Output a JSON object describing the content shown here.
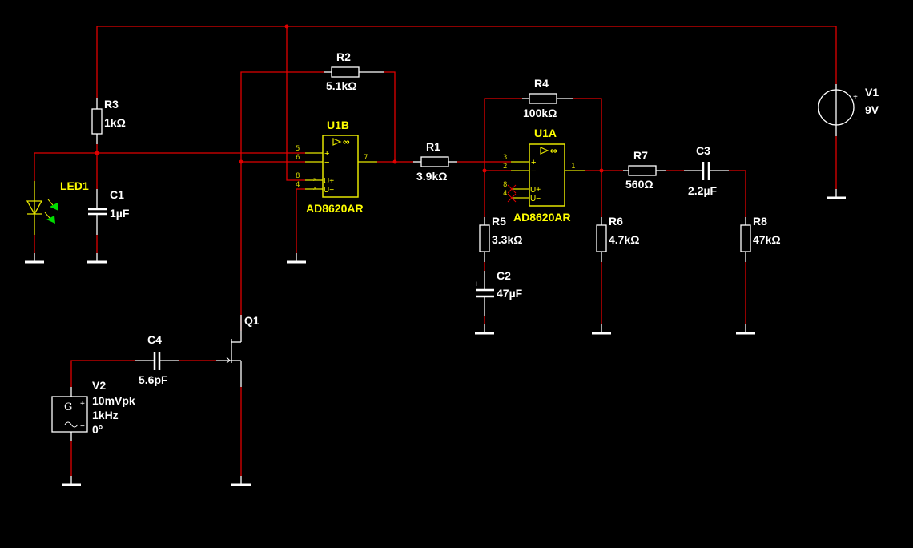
{
  "colors": {
    "background": "#000000",
    "wire": "#e00000",
    "component": "#ffffff",
    "ic": "#e6e600",
    "led_arrow": "#00dd00"
  },
  "components": {
    "R1": {
      "ref": "R1",
      "value": "3.9kΩ"
    },
    "R2": {
      "ref": "R2",
      "value": "5.1kΩ"
    },
    "R3": {
      "ref": "R3",
      "value": "1kΩ"
    },
    "R4": {
      "ref": "R4",
      "value": "100kΩ"
    },
    "R5": {
      "ref": "R5",
      "value": "3.3kΩ"
    },
    "R6": {
      "ref": "R6",
      "value": "4.7kΩ"
    },
    "R7": {
      "ref": "R7",
      "value": "560Ω"
    },
    "R8": {
      "ref": "R8",
      "value": "47kΩ"
    },
    "C1": {
      "ref": "C1",
      "value": "1µF"
    },
    "C2": {
      "ref": "C2",
      "value": "47µF"
    },
    "C3": {
      "ref": "C3",
      "value": "2.2µF"
    },
    "C4": {
      "ref": "C4",
      "value": "5.6pF"
    },
    "LED1": {
      "ref": "LED1"
    },
    "Q1": {
      "ref": "Q1"
    },
    "V1": {
      "ref": "V1",
      "value": "9V",
      "plus": "+",
      "minus": "−"
    },
    "V2": {
      "ref": "V2",
      "amplitude": "10mVpk",
      "frequency": "1kHz",
      "phase": "0°",
      "glyph": "G",
      "wave": "~",
      "plus": "+",
      "minus": "−"
    },
    "U1B": {
      "ref": "U1B",
      "part": "AD8620AR",
      "pins": {
        "p5": "5",
        "p6": "6",
        "p7": "7",
        "p8": "8",
        "p4": "4"
      },
      "plus": "+",
      "minus": "−",
      "upos": "U+",
      "uneg": "U−",
      "inf": "∞"
    },
    "U1A": {
      "ref": "U1A",
      "part": "AD8620AR",
      "pins": {
        "p3": "3",
        "p2": "2",
        "p1": "1",
        "p8": "8",
        "p4": "4"
      },
      "plus": "+",
      "minus": "−",
      "upos": "U+",
      "uneg": "U−",
      "inf": "∞"
    }
  }
}
